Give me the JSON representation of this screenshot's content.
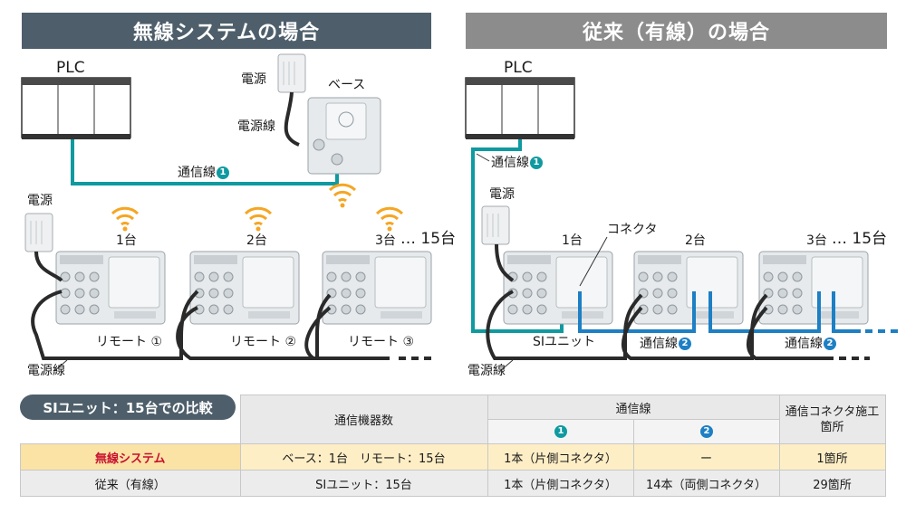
{
  "banners": {
    "wireless": "無線システムの場合",
    "wired": "従来（有線）の場合"
  },
  "left": {
    "plc": "PLC",
    "power_top": "電源",
    "base": "ベース",
    "power_line_top": "電源線",
    "comm_line": "通信線",
    "comm_line_badge": "1",
    "power_left": "電源",
    "unit1": "1台",
    "unit2": "2台",
    "unit3": "3台",
    "unit_more": "… 15台",
    "remote1": "リモート ①",
    "remote2": "リモート ②",
    "remote3": "リモート ③",
    "power_line_bottom": "電源線"
  },
  "right": {
    "plc": "PLC",
    "comm_line": "通信線",
    "comm_line_badge": "1",
    "power": "電源",
    "connector": "コネクタ",
    "unit1": "1台",
    "unit2": "2台",
    "unit3": "3台",
    "unit_more": "… 15台",
    "si_unit": "SIユニット",
    "comm_line2_a": "通信線",
    "comm_line2_b": "通信線",
    "comm_line2_badge": "2",
    "power_line": "電源線"
  },
  "table": {
    "title": "SIユニット：15台での比較",
    "col_devices": "通信機器数",
    "col_comm": "通信線",
    "col_comm_1": "1",
    "col_comm_2": "2",
    "col_conn": "通信コネクタ施工箇所",
    "rows": [
      {
        "name": "無線システム",
        "devices": "ベース：1台　リモート：15台",
        "c1": "1本（片側コネクタ）",
        "c2": "ー",
        "conn": "1箇所"
      },
      {
        "name": "従来（有線）",
        "devices": "SIユニット：15台",
        "c1": "1本（片側コネクタ）",
        "c2": "14本（両側コネクタ）",
        "conn": "29箇所"
      }
    ]
  },
  "colors": {
    "teal_line": "#0f9aa0",
    "blue_line": "#1d7fc4",
    "cable": "#2a2a2a",
    "wifi": "#f5a623",
    "banner_wireless": "#4e5f6b",
    "banner_wired": "#8c8c8c",
    "highlight": "#fdeec6",
    "red_text": "#c8102e"
  }
}
